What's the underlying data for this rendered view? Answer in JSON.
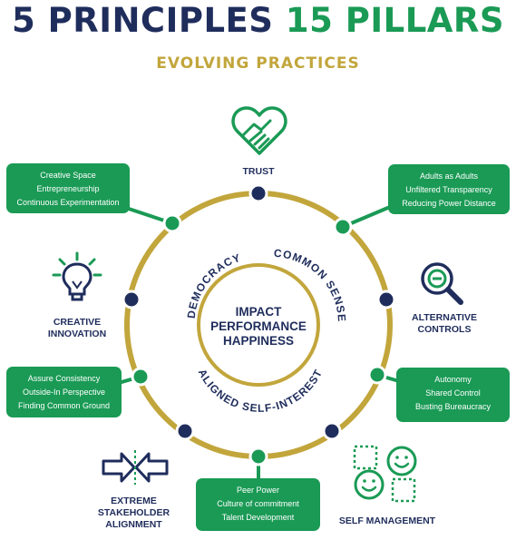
{
  "header": {
    "title_part1": "5 PRINCIPLES",
    "title_part2": "15 PILLARS",
    "subtitle": "EVOLVING PRACTICES"
  },
  "center": {
    "line1": "IMPACT",
    "line2": "PERFORMANCE",
    "line3": "HAPPINESS"
  },
  "principles": {
    "left": "DEMOCRACY",
    "right": "COMMON SENSE",
    "bottom": "ALIGNED SELF-INTEREST"
  },
  "labels": {
    "trust": "TRUST",
    "creative_line1": "CREATIVE",
    "creative_line2": "INNOVATION",
    "alt_line1": "ALTERNATIVE",
    "alt_line2": "CONTROLS",
    "ext_line1": "EXTREME",
    "ext_line2": "STAKEHOLDER",
    "ext_line3": "ALIGNMENT",
    "self": "SELF MANAGEMENT"
  },
  "boxes": {
    "top_left": [
      "Creative Space",
      "Entrepreneurship",
      "Continuous Experimentation"
    ],
    "top_right": [
      "Adults as Adults",
      "Unfiltered Transparency",
      "Reducing Power Distance"
    ],
    "mid_left": [
      "Assure Consistency",
      "Outside-In Perspective",
      "Finding Common Ground"
    ],
    "mid_right": [
      "Autonomy",
      "Shared Control",
      "Busting Bureaucracy"
    ],
    "bottom": [
      "Peer Power",
      "Culture of commitment",
      "Talent Development"
    ]
  },
  "colors": {
    "navy": "#1f2d5c",
    "green": "#1a9a55",
    "gold": "#c2a63c",
    "white": "#ffffff"
  },
  "icons": [
    "handshake-heart-icon",
    "lightbulb-icon",
    "magnifier-icon",
    "arrows-facing-icon",
    "smiley-faces-icon"
  ]
}
